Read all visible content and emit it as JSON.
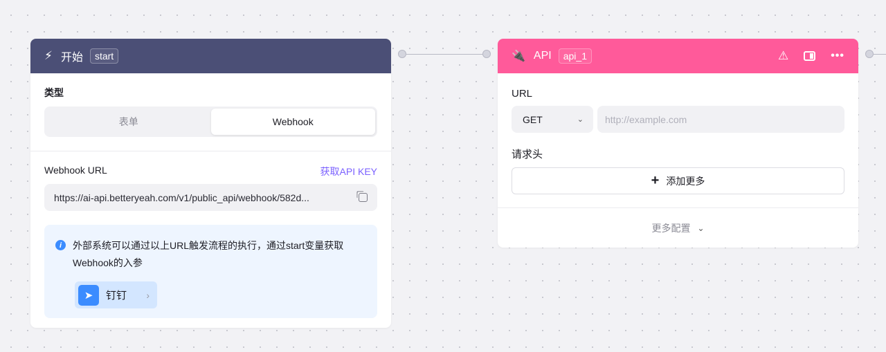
{
  "start_node": {
    "title": "开始",
    "tag": "start",
    "type_label": "类型",
    "type_options": [
      "表单",
      "Webhook"
    ],
    "selected_type": "Webhook",
    "webhook_url_label": "Webhook URL",
    "api_key_link": "获取API KEY",
    "webhook_url": "https://ai-api.betteryeah.com/v1/public_api/webhook/582d...",
    "info_text": "外部系统可以通过以上URL触发流程的执行，通过start变量获取Webhook的入参",
    "integration_label": "钉钉",
    "header_color": "#4b4f76"
  },
  "api_node": {
    "title": "API",
    "tag": "api_1",
    "url_label": "URL",
    "method": "GET",
    "url_placeholder": "http://example.com",
    "headers_label": "请求头",
    "add_more": "添加更多",
    "more_config": "更多配置",
    "header_color": "#ff5a9a"
  }
}
